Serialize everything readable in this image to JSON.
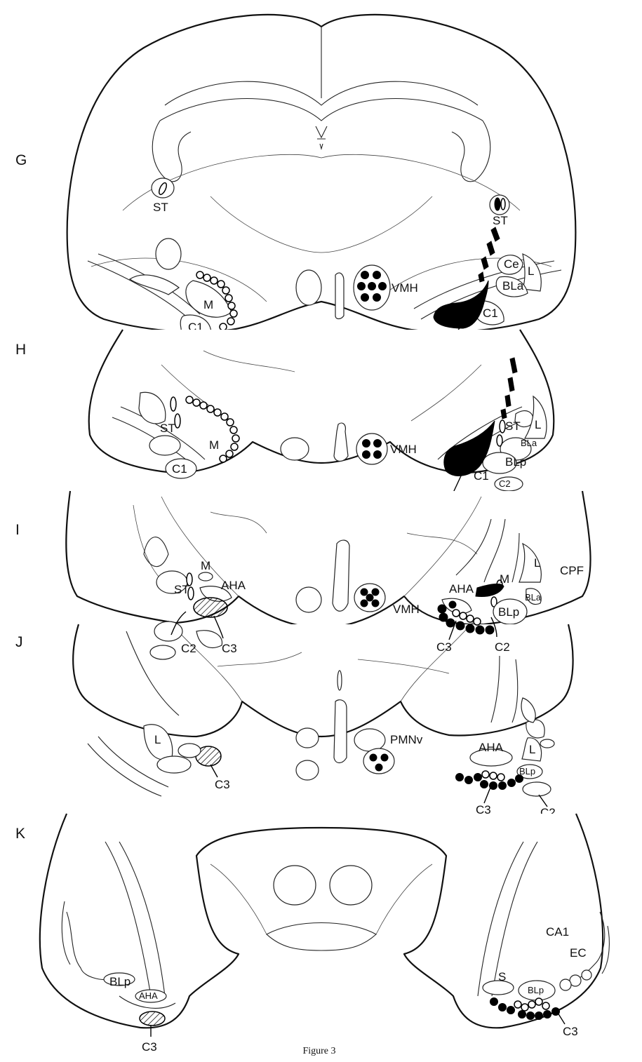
{
  "figure": {
    "caption": "Figure 3",
    "section_labels": [
      "G",
      "H",
      "I",
      "J",
      "K"
    ]
  },
  "labels": {
    "ST": "ST",
    "M": "M",
    "C1": "C1",
    "C2": "C2",
    "C3": "C3",
    "VMH": "VMH",
    "Ce": "Ce",
    "L": "L",
    "BLa": "BLa",
    "BLp": "BLp",
    "AHA": "AHA",
    "CPF": "CPF",
    "PMNv": "PMNv",
    "CA1": "CA1",
    "EC": "EC",
    "S": "S"
  },
  "colors": {
    "ink": "#111111",
    "paper": "#ffffff"
  }
}
